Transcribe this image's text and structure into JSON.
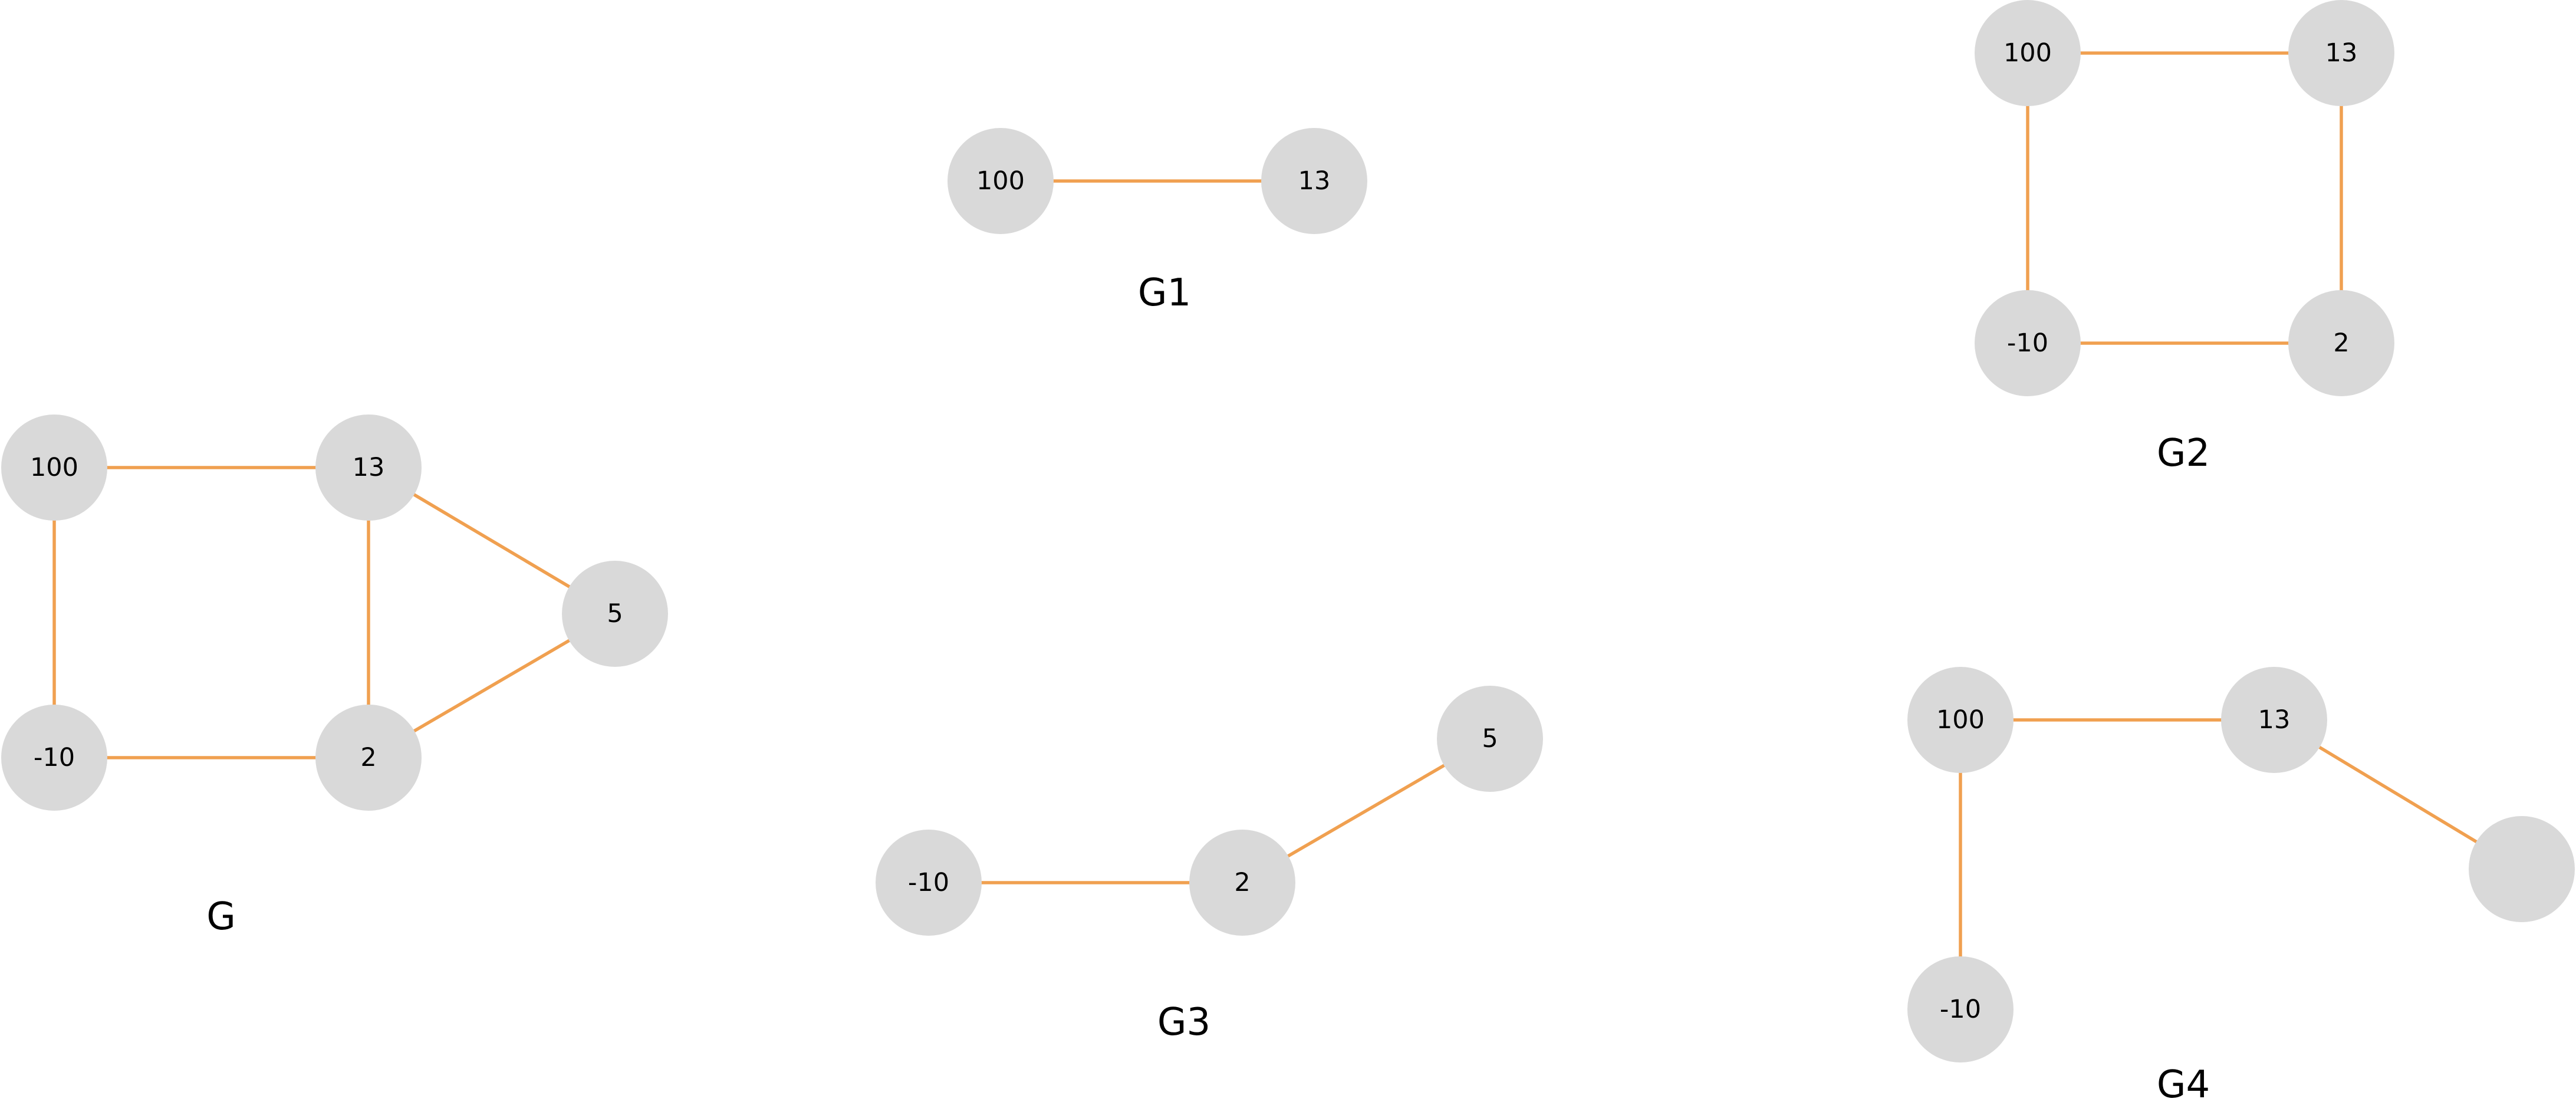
{
  "colors": {
    "edge": "#f0a050",
    "node_fill": "#d9d9d9",
    "text": "#000000",
    "background": "#ffffff"
  },
  "graphs": [
    {
      "id": "g",
      "label": "G",
      "nodes": [
        {
          "id": "100",
          "label": "100"
        },
        {
          "id": "13",
          "label": "13"
        },
        {
          "id": "5",
          "label": "5"
        },
        {
          "id": "-10",
          "label": "-10"
        },
        {
          "id": "2",
          "label": "2"
        }
      ],
      "edges": [
        [
          "100",
          "13"
        ],
        [
          "100",
          "-10"
        ],
        [
          "13",
          "2"
        ],
        [
          "13",
          "5"
        ],
        [
          "-10",
          "2"
        ],
        [
          "2",
          "5"
        ]
      ]
    },
    {
      "id": "g1",
      "label": "G1",
      "nodes": [
        {
          "id": "100",
          "label": "100"
        },
        {
          "id": "13",
          "label": "13"
        }
      ],
      "edges": [
        [
          "100",
          "13"
        ]
      ]
    },
    {
      "id": "g2",
      "label": "G2",
      "nodes": [
        {
          "id": "100",
          "label": "100"
        },
        {
          "id": "13",
          "label": "13"
        },
        {
          "id": "-10",
          "label": "-10"
        },
        {
          "id": "2",
          "label": "2"
        }
      ],
      "edges": [
        [
          "100",
          "13"
        ],
        [
          "100",
          "-10"
        ],
        [
          "13",
          "2"
        ],
        [
          "-10",
          "2"
        ]
      ]
    },
    {
      "id": "g3",
      "label": "G3",
      "nodes": [
        {
          "id": "-10",
          "label": "-10"
        },
        {
          "id": "2",
          "label": "2"
        },
        {
          "id": "5",
          "label": "5"
        }
      ],
      "edges": [
        [
          "-10",
          "2"
        ],
        [
          "2",
          "5"
        ]
      ]
    },
    {
      "id": "g4",
      "label": "G4",
      "nodes": [
        {
          "id": "100",
          "label": "100"
        },
        {
          "id": "13",
          "label": "13"
        },
        {
          "id": "-10",
          "label": "-10"
        },
        {
          "id": "blank",
          "label": ""
        }
      ],
      "edges": [
        [
          "100",
          "13"
        ],
        [
          "100",
          "-10"
        ],
        [
          "13",
          "blank"
        ]
      ]
    }
  ]
}
